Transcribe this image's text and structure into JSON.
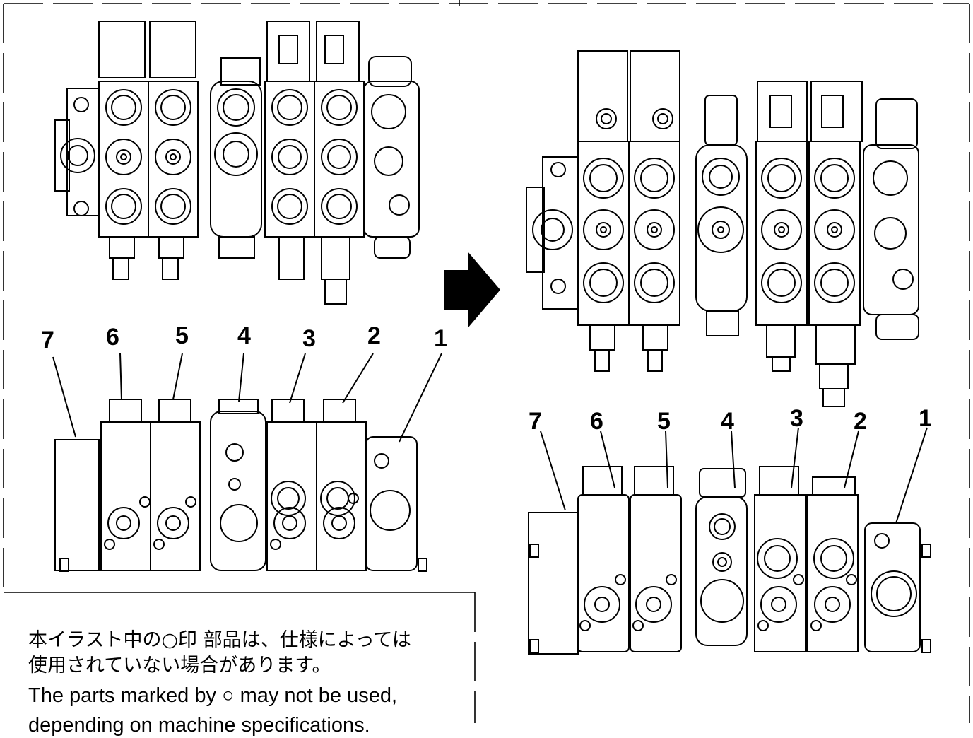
{
  "callouts": {
    "old": [
      "1",
      "2",
      "3",
      "4",
      "5",
      "6",
      "7"
    ],
    "new": [
      "1",
      "2",
      "3",
      "4",
      "5",
      "6",
      "7"
    ]
  },
  "note": {
    "ja_line1": "本イラスト中の○印 部品は、仕様によっては",
    "ja_line2": "使用されていない場合があります。",
    "en_line1": "The parts marked by ○ may not be used,",
    "en_line2": "depending on machine specifications."
  },
  "icons": [
    "arrow-right-icon"
  ],
  "colors": {
    "line": "#000000",
    "background": "#ffffff"
  }
}
